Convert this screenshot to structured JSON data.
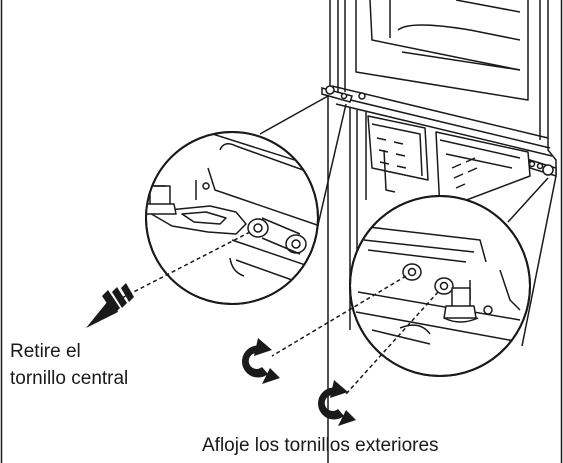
{
  "labels": {
    "remove_center_screw": [
      "Retire el",
      "tornillo central"
    ],
    "loosen_outer_screws": "Afloje los tornillos exteriores"
  },
  "icons": [
    "removal-arrow-icon",
    "loosen-rotation-icon",
    "loosen-rotation-icon"
  ],
  "colors": {
    "line": "#1a1a1a",
    "background": "#ffffff"
  }
}
